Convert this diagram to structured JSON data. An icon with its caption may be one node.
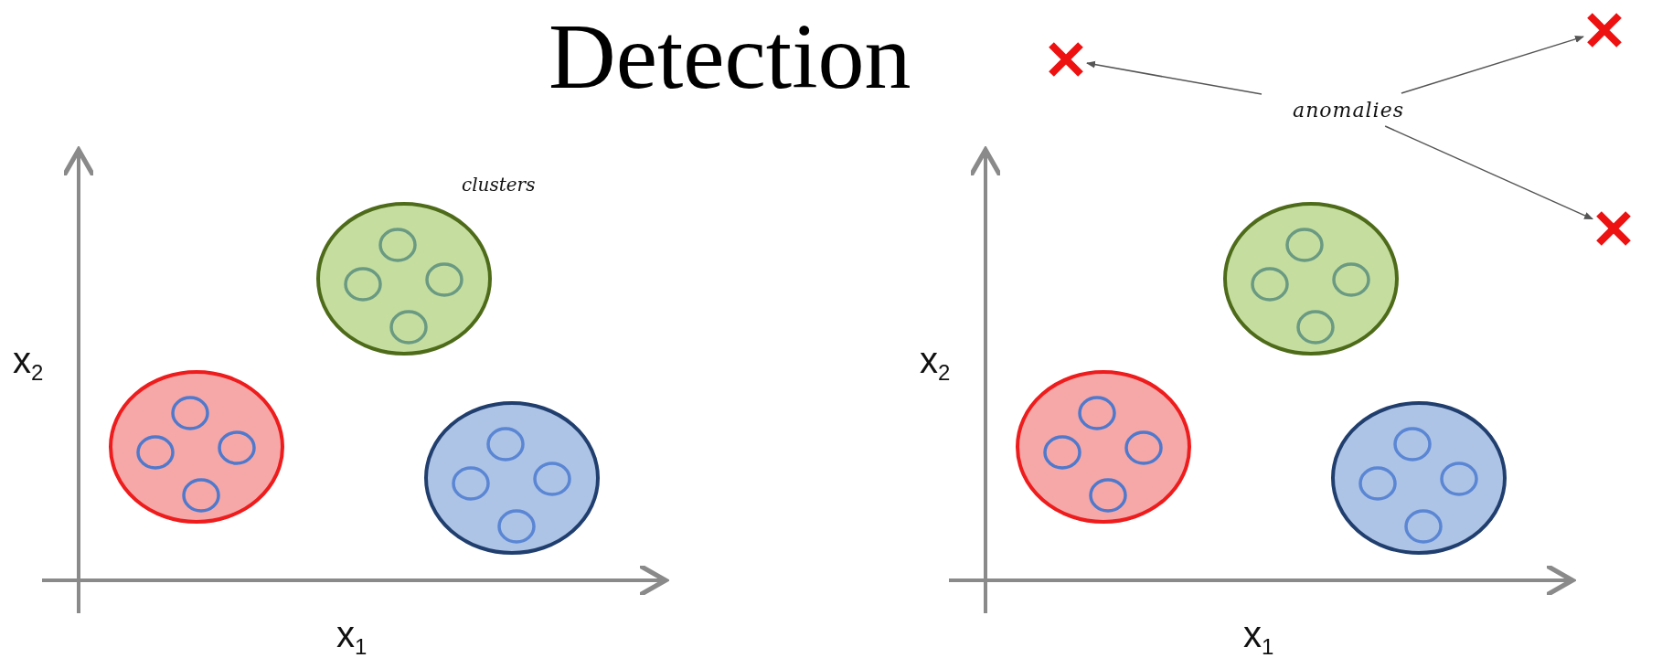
{
  "diagram": {
    "title": "Detection",
    "nodes": [
      {
        "text": [
          "anomalies"
        ]
      },
      {
        "text": [],
        "shape": "cross"
      },
      {
        "text": [],
        "shape": "cross"
      },
      {
        "text": [],
        "shape": "cross"
      }
    ],
    "edges": [
      {
        "from": 0,
        "to": 1,
        "arrow": "to"
      },
      {
        "from": 0,
        "to": 2,
        "arrow": "to"
      },
      {
        "from": 0,
        "to": 3,
        "arrow": "to"
      }
    ],
    "labels": [
      "clusters",
      "x$_{2}$",
      "x$_{1}$",
      "x$_{2}$",
      "x$_{1}$"
    ]
  }
}
